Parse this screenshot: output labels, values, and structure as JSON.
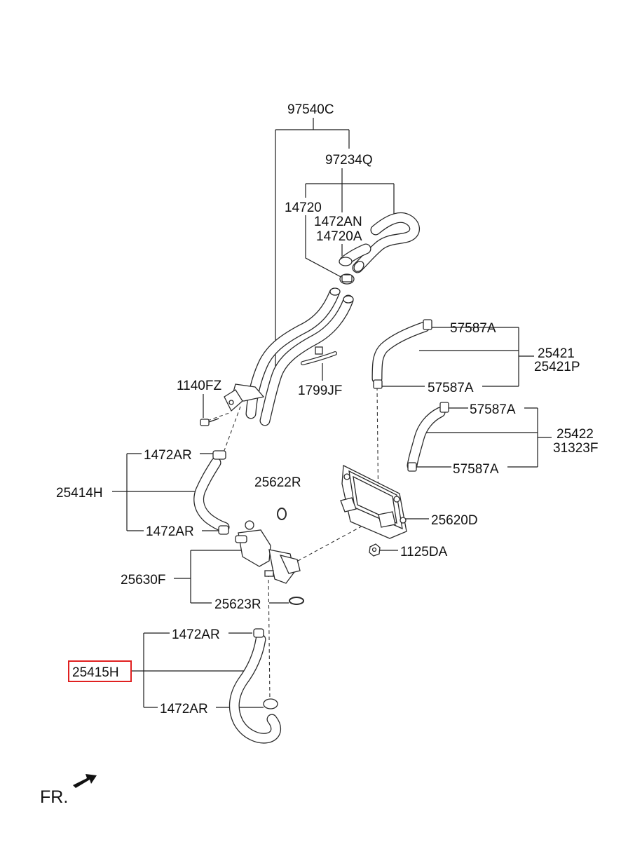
{
  "labels": {
    "p97540C": "97540C",
    "p97234Q": "97234Q",
    "p14720": "14720",
    "p1472AN": "1472AN",
    "p14720A": "14720A",
    "p57587A_1": "57587A",
    "p25421": "25421",
    "p25421P": "25421P",
    "p57587A_2": "57587A",
    "p1140FZ": "1140FZ",
    "p1799JF": "1799JF",
    "p57587A_3": "57587A",
    "p25422": "25422",
    "p31323F": "31323F",
    "p57587A_4": "57587A",
    "p1472AR_1": "1472AR",
    "p25622R": "25622R",
    "p25414H": "25414H",
    "p1472AR_2": "1472AR",
    "p25620D": "25620D",
    "p1125DA": "1125DA",
    "p25630F": "25630F",
    "p25623R": "25623R",
    "p1472AR_3": "1472AR",
    "p25415H": "25415H",
    "p1472AR_4": "1472AR",
    "fr": "FR."
  },
  "highlight_color": "#e02020"
}
